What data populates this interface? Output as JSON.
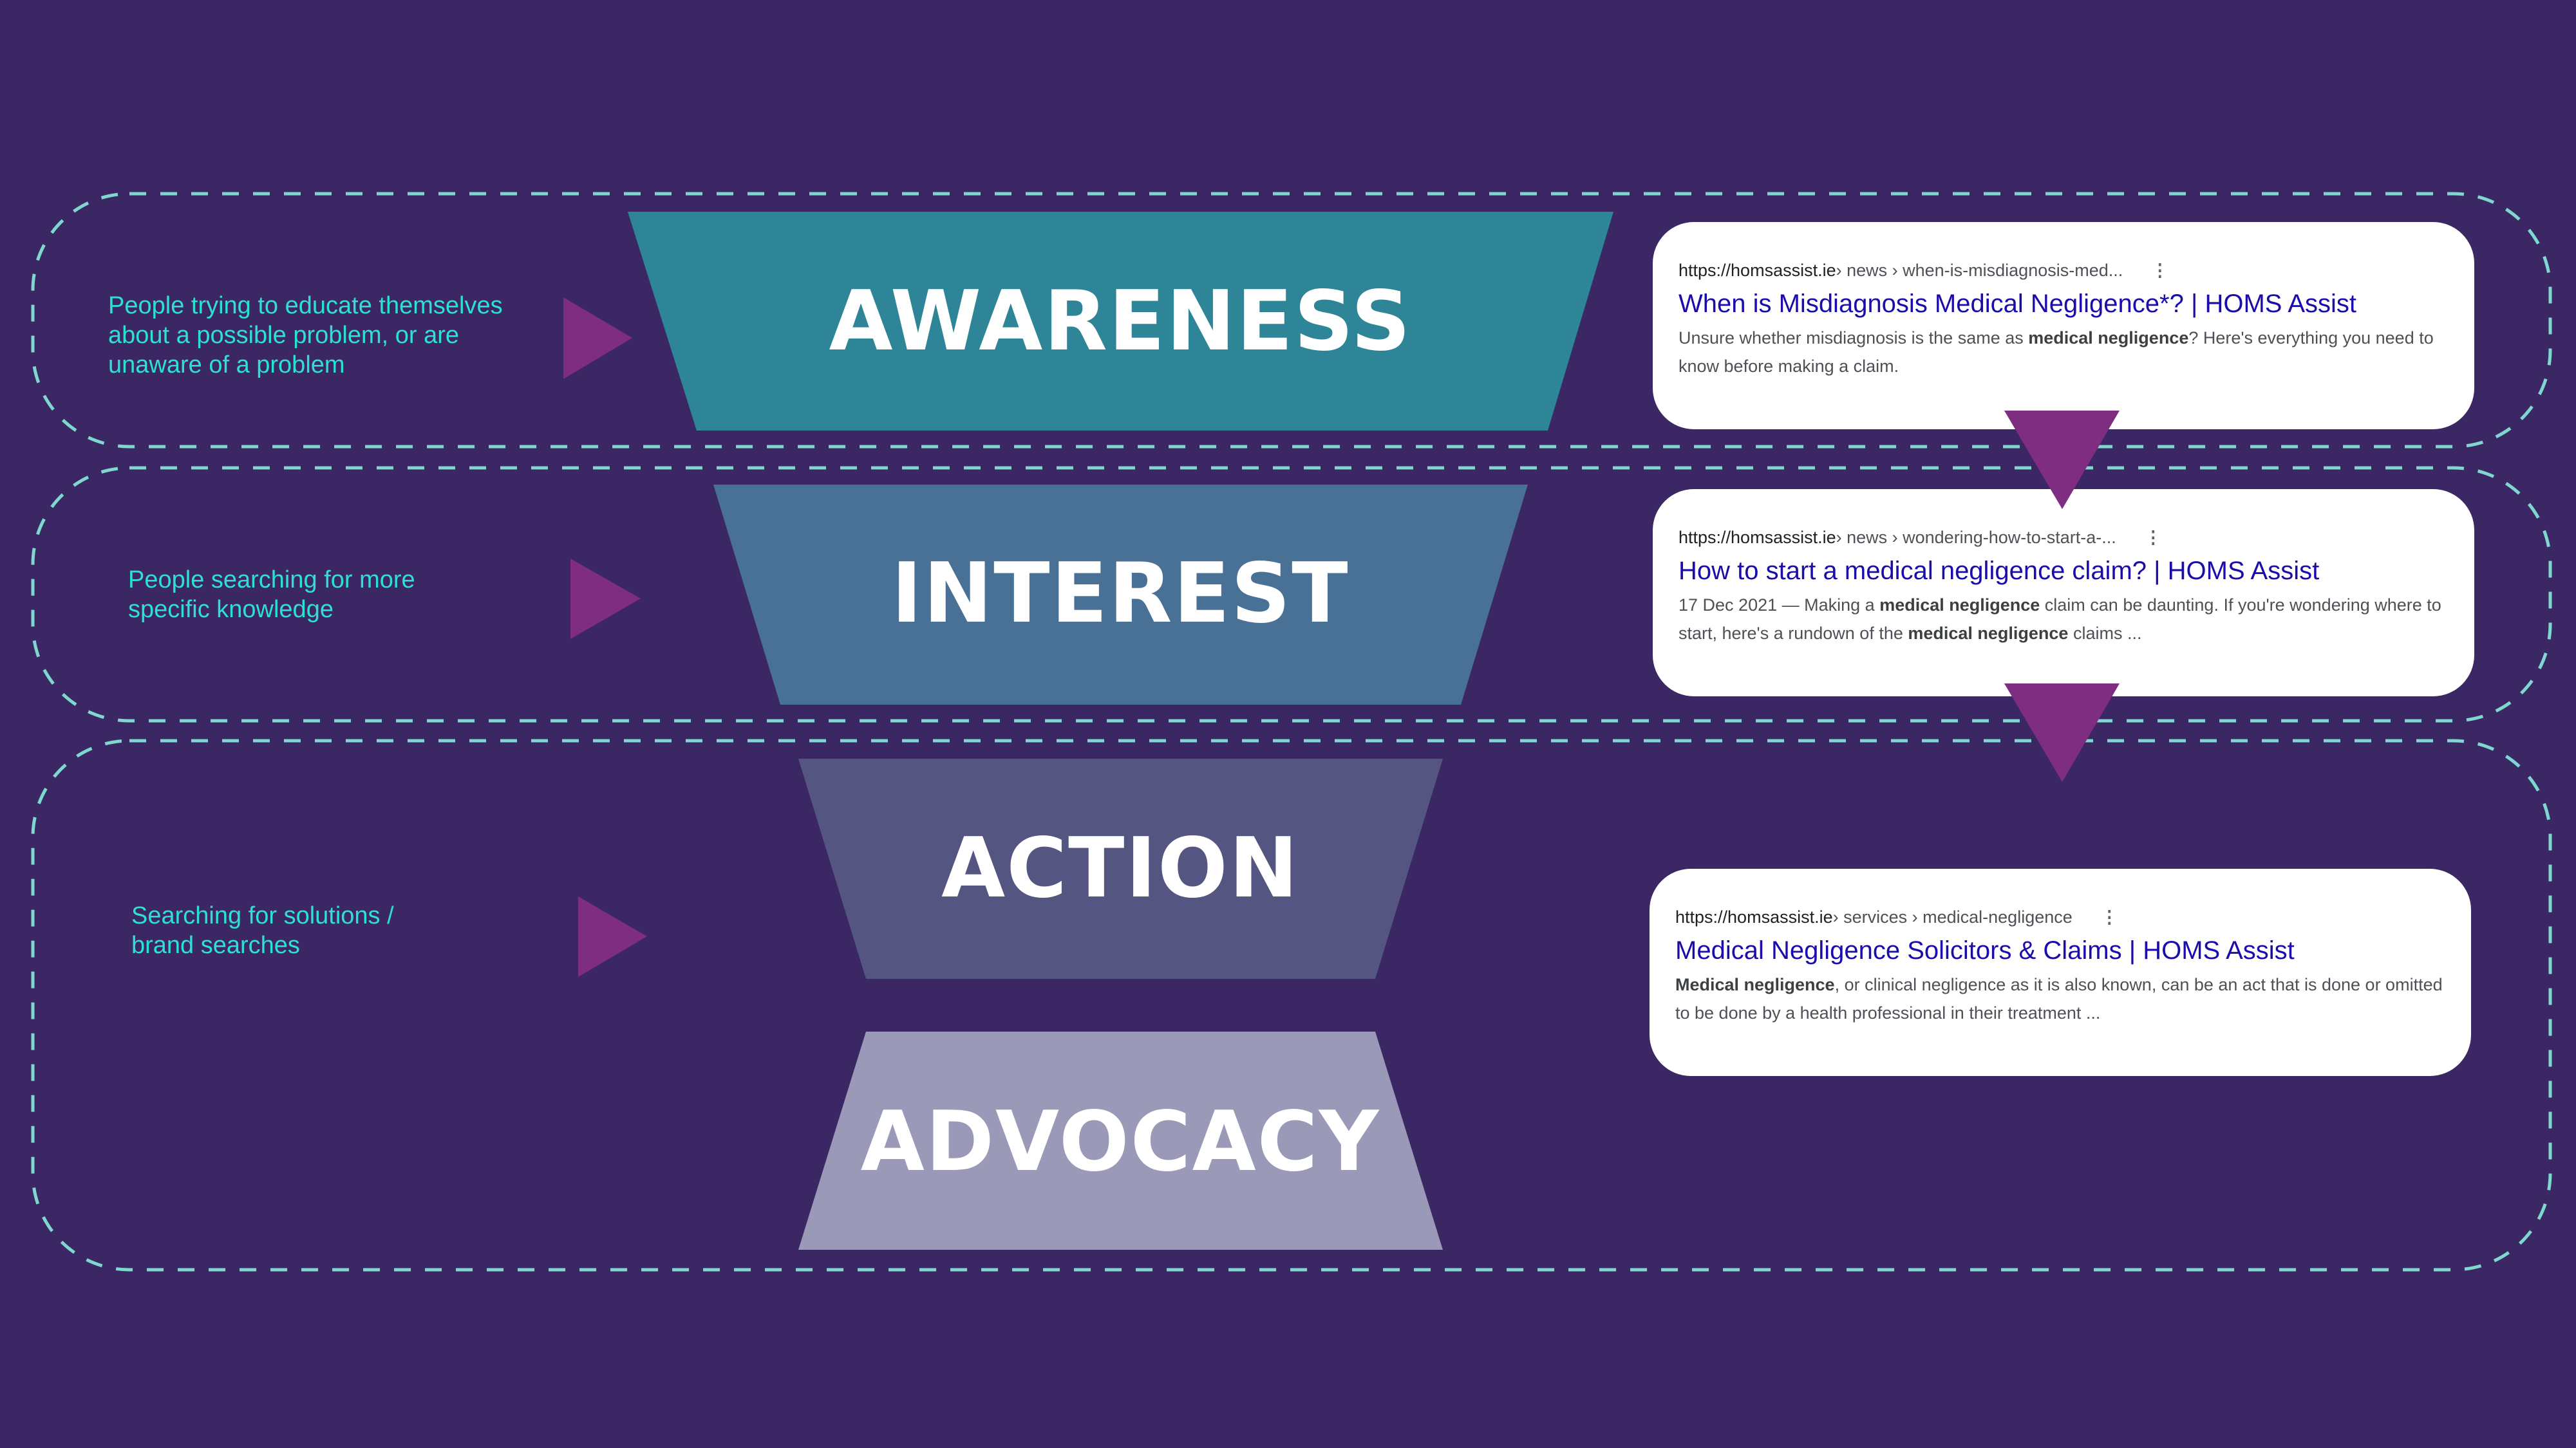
{
  "colors": {
    "background": "#3b2763",
    "awareness": "#2e8597",
    "interest": "#497095",
    "action": "#555582",
    "advocacy": "#9b99b8",
    "arrow": "#7e2d80",
    "dash": "#7fd8cf",
    "text": "#2ee0d0",
    "link": "#1a0dab"
  },
  "stages": [
    {
      "label": "AWARENESS",
      "description": "People trying to educate themselves about a possible problem, or are unaware of a problem"
    },
    {
      "label": "INTEREST",
      "description": "People searching for more specific knowledge"
    },
    {
      "label": "ACTION",
      "description": "Searching for solutions / brand searches"
    },
    {
      "label": "ADVOCACY"
    }
  ],
  "results": [
    {
      "domain": "https://homsassist.ie",
      "path": " › news › when-is-misdiagnosis-med...",
      "title": "When is Misdiagnosis Medical Negligence*? | HOMS Assist",
      "snippet": [
        {
          "t": "Unsure whether misdiagnosis is the same as "
        },
        {
          "b": "medical negligence"
        },
        {
          "t": "? Here's everything you need to know before making a claim."
        }
      ]
    },
    {
      "domain": "https://homsassist.ie",
      "path": " › news › wondering-how-to-start-a-...",
      "title": "How to start a medical negligence claim? | HOMS Assist",
      "snippet": [
        {
          "t": "17 Dec 2021 — Making a "
        },
        {
          "b": "medical negligence"
        },
        {
          "t": " claim can be daunting. If you're wondering where to start, here's a rundown of the "
        },
        {
          "b": "medical negligence"
        },
        {
          "t": " claims ..."
        }
      ]
    },
    {
      "domain": "https://homsassist.ie",
      "path": " › services › medical-negligence",
      "title": "Medical Negligence Solicitors & Claims | HOMS Assist",
      "snippet": [
        {
          "b": "Medical negligence"
        },
        {
          "t": ", or clinical negligence as it is also known, can be an act that is done or omitted to be done by a health professional in their treatment ..."
        }
      ]
    }
  ]
}
